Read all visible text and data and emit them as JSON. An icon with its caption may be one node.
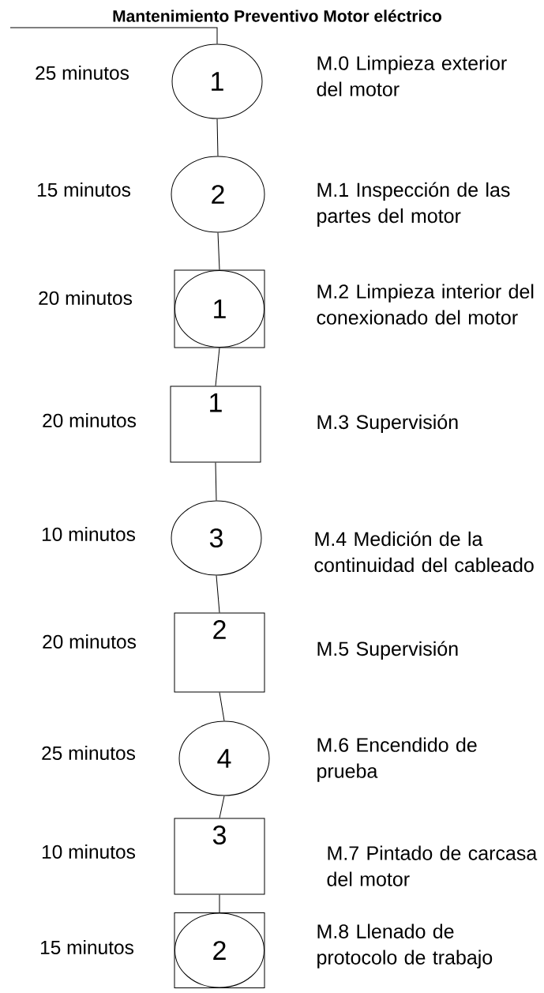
{
  "diagram": {
    "title": "Mantenimiento Preventivo Motor eléctrico",
    "nodes": [
      {
        "text": [
          "1"
        ],
        "beside": [
          "25 minutos",
          "M.0 Limpieza exterior del motor"
        ]
      },
      {
        "text": [
          "2"
        ],
        "beside": [
          "15 minutos",
          "M.1 Inspección de las partes del motor"
        ]
      },
      {
        "text": [
          "1"
        ],
        "beside": [
          "20 minutos",
          "M.2 Limpieza interior del conexionado del motor"
        ]
      },
      {
        "text": [
          "1"
        ],
        "beside": [
          "20 minutos",
          "M.3 Supervisión"
        ]
      },
      {
        "text": [
          "3"
        ],
        "beside": [
          "10 minutos",
          "M.4 Medición de la continuidad del cableado"
        ]
      },
      {
        "text": [
          "2"
        ],
        "beside": [
          "20 minutos",
          "M.5 Supervisión"
        ]
      },
      {
        "text": [
          "4"
        ],
        "beside": [
          "25 minutos",
          "M.6 Encendido de prueba"
        ]
      },
      {
        "text": [
          "3"
        ],
        "beside": [
          "10 minutos",
          "M.7 Pintado de carcasa del motor"
        ]
      },
      {
        "text": [
          "2"
        ],
        "beside": [
          "15 minutos",
          "M.8 Llenado de protocolo de trabajo"
        ]
      }
    ],
    "edges": [
      {
        "from": null,
        "to": 0,
        "arrow": "none"
      },
      {
        "from": 0,
        "to": 1,
        "arrow": "none"
      },
      {
        "from": 1,
        "to": 2,
        "arrow": "none"
      },
      {
        "from": 2,
        "to": 3,
        "arrow": "none"
      },
      {
        "from": 3,
        "to": 4,
        "arrow": "none"
      },
      {
        "from": 4,
        "to": 5,
        "arrow": "none"
      },
      {
        "from": 5,
        "to": 6,
        "arrow": "none"
      },
      {
        "from": 6,
        "to": 7,
        "arrow": "none"
      },
      {
        "from": 7,
        "to": 8,
        "arrow": "none"
      }
    ]
  }
}
